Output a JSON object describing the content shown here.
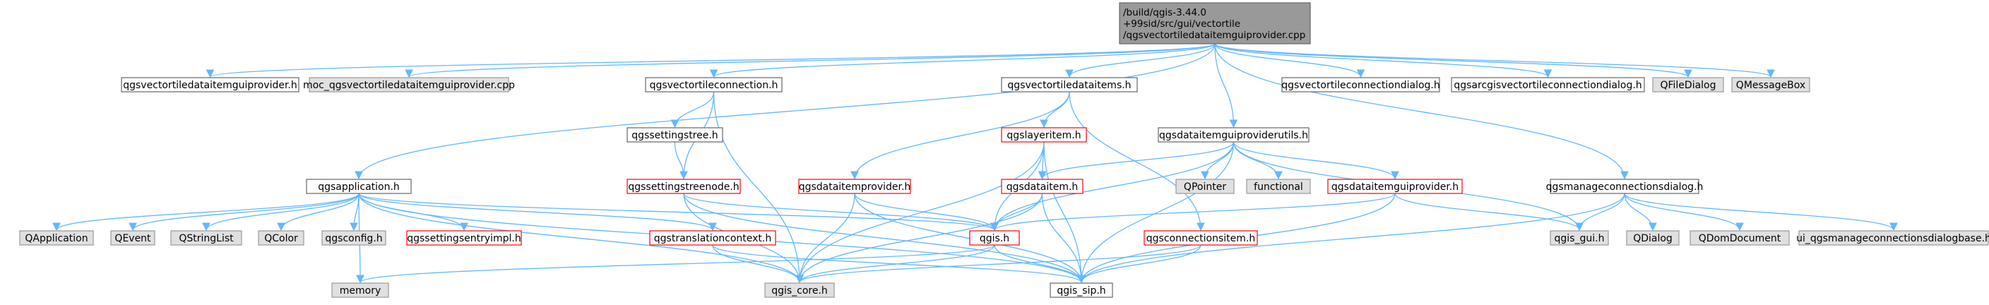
{
  "colors": {
    "edge": "#63b8ff",
    "root_fill": "#999999",
    "root_stroke": "#666666",
    "normal_fill": "#ffffff",
    "normal_stroke": "#666666",
    "external_fill": "#e0e0e0",
    "external_stroke": "#999999",
    "truncated_fill": "#ffffff",
    "truncated_stroke": "#ff0000"
  },
  "nodes": [
    {
      "id": "root",
      "style": "root",
      "lines": [
        "/build/qgis-3.44.0",
        "+99sid/src/gui/vectortile",
        "/qgsvectortiledataitemguiprovider.cpp"
      ]
    },
    {
      "id": "n_guiprov_h",
      "style": "normal",
      "lines": [
        "qgsvectortiledataitemguiprovider.h"
      ]
    },
    {
      "id": "n_moc",
      "style": "external",
      "lines": [
        "moc_qgsvectortiledataitemguiprovider.cpp"
      ]
    },
    {
      "id": "n_conn_h",
      "style": "normal",
      "lines": [
        "qgsvectortileconnection.h"
      ]
    },
    {
      "id": "n_items_h",
      "style": "normal",
      "lines": [
        "qgsvectortiledataitems.h"
      ]
    },
    {
      "id": "n_connDialog",
      "style": "normal",
      "lines": [
        "qgsvectortileconnectiondialog.h"
      ]
    },
    {
      "id": "n_arcgis",
      "style": "normal",
      "lines": [
        "qgsarcgisvectortileconnectiondialog.h"
      ]
    },
    {
      "id": "n_qfiledialog",
      "style": "external",
      "lines": [
        "QFileDialog"
      ]
    },
    {
      "id": "n_qmessagebox",
      "style": "external",
      "lines": [
        "QMessageBox"
      ]
    },
    {
      "id": "n_settingstree",
      "style": "normal",
      "lines": [
        "qgssettingstree.h"
      ]
    },
    {
      "id": "n_layeritem",
      "style": "truncated",
      "lines": [
        "qgslayeritem.h"
      ]
    },
    {
      "id": "n_guiutils",
      "style": "normal",
      "lines": [
        "qgsdataitemguiproviderutils.h"
      ]
    },
    {
      "id": "n_settingsnode",
      "style": "truncated",
      "lines": [
        "qgssettingstreenode.h"
      ]
    },
    {
      "id": "n_dataitemprov",
      "style": "truncated",
      "lines": [
        "qgsdataitemprovider.h"
      ]
    },
    {
      "id": "n_dataitem",
      "style": "truncated",
      "lines": [
        "qgsdataitem.h"
      ]
    },
    {
      "id": "n_qpointer",
      "style": "external",
      "lines": [
        "QPointer"
      ]
    },
    {
      "id": "n_functional",
      "style": "external",
      "lines": [
        "functional"
      ]
    },
    {
      "id": "n_guiprovider",
      "style": "truncated",
      "lines": [
        "qgsdataitemguiprovider.h"
      ]
    },
    {
      "id": "n_manageconn",
      "style": "normal",
      "lines": [
        "qgsmanageconnectionsdialog.h"
      ]
    },
    {
      "id": "n_app",
      "style": "normal",
      "lines": [
        "qgsapplication.h"
      ]
    },
    {
      "id": "n_qapplication",
      "style": "external",
      "lines": [
        "QApplication"
      ]
    },
    {
      "id": "n_qevent",
      "style": "external",
      "lines": [
        "QEvent"
      ]
    },
    {
      "id": "n_qstringlist",
      "style": "external",
      "lines": [
        "QStringList"
      ]
    },
    {
      "id": "n_qcolor",
      "style": "external",
      "lines": [
        "QColor"
      ]
    },
    {
      "id": "n_qgsconfig",
      "style": "external",
      "lines": [
        "qgsconfig.h"
      ]
    },
    {
      "id": "n_settingsentry",
      "style": "truncated",
      "lines": [
        "qgssettingsentryimpl.h"
      ]
    },
    {
      "id": "n_translation",
      "style": "truncated",
      "lines": [
        "qgstranslationcontext.h"
      ]
    },
    {
      "id": "n_qgis_h",
      "style": "truncated",
      "lines": [
        "qgis.h"
      ]
    },
    {
      "id": "n_connitem",
      "style": "truncated",
      "lines": [
        "qgsconnectionsitem.h"
      ]
    },
    {
      "id": "n_qgis_gui",
      "style": "external",
      "lines": [
        "qgis_gui.h"
      ]
    },
    {
      "id": "n_qdialog",
      "style": "external",
      "lines": [
        "QDialog"
      ]
    },
    {
      "id": "n_qdomdoc",
      "style": "external",
      "lines": [
        "QDomDocument"
      ]
    },
    {
      "id": "n_ui_manage",
      "style": "external",
      "lines": [
        "ui_qgsmanageconnectionsdialogbase.h"
      ]
    },
    {
      "id": "n_memory",
      "style": "external",
      "lines": [
        "memory"
      ]
    },
    {
      "id": "n_qgis_core",
      "style": "external",
      "lines": [
        "qgis_core.h"
      ]
    },
    {
      "id": "n_qgis_sip",
      "style": "normal",
      "lines": [
        "qgis_sip.h"
      ]
    }
  ],
  "edges": [
    [
      "root",
      "n_guiprov_h"
    ],
    [
      "root",
      "n_moc"
    ],
    [
      "root",
      "n_conn_h"
    ],
    [
      "root",
      "n_items_h"
    ],
    [
      "root",
      "n_connDialog"
    ],
    [
      "root",
      "n_arcgis"
    ],
    [
      "root",
      "n_qfiledialog"
    ],
    [
      "root",
      "n_qmessagebox"
    ],
    [
      "root",
      "n_app"
    ],
    [
      "root",
      "n_guiutils"
    ],
    [
      "root",
      "n_manageconn"
    ],
    [
      "n_conn_h",
      "n_settingstree"
    ],
    [
      "n_conn_h",
      "n_settingsnode"
    ],
    [
      "n_conn_h",
      "n_qgis_core"
    ],
    [
      "n_settingstree",
      "n_settingsnode"
    ],
    [
      "n_items_h",
      "n_layeritem"
    ],
    [
      "n_items_h",
      "n_dataitemprov"
    ],
    [
      "n_items_h",
      "n_connitem"
    ],
    [
      "n_layeritem",
      "n_dataitem"
    ],
    [
      "n_layeritem",
      "n_qgis_h"
    ],
    [
      "n_layeritem",
      "n_qgis_core"
    ],
    [
      "n_layeritem",
      "n_qgis_sip"
    ],
    [
      "n_guiutils",
      "n_qpointer"
    ],
    [
      "n_guiutils",
      "n_functional"
    ],
    [
      "n_guiutils",
      "n_guiprovider"
    ],
    [
      "n_guiutils",
      "n_dataitem"
    ],
    [
      "n_guiutils",
      "n_qgis_gui"
    ],
    [
      "n_guiutils",
      "n_qgis_h"
    ],
    [
      "n_guiutils",
      "n_qgis_sip"
    ],
    [
      "n_settingsnode",
      "n_qgis_h"
    ],
    [
      "n_settingsnode",
      "n_qgis_core"
    ],
    [
      "n_settingsnode",
      "n_qgis_sip"
    ],
    [
      "n_dataitemprov",
      "n_qgis_h"
    ],
    [
      "n_dataitemprov",
      "n_qgis_core"
    ],
    [
      "n_dataitemprov",
      "n_qgis_sip"
    ],
    [
      "n_dataitem",
      "n_qgis_h"
    ],
    [
      "n_dataitem",
      "n_qgis_core"
    ],
    [
      "n_dataitem",
      "n_qgis_sip"
    ],
    [
      "n_guiprovider",
      "n_qgis_h"
    ],
    [
      "n_guiprovider",
      "n_qgis_gui"
    ],
    [
      "n_guiprovider",
      "n_qgis_sip"
    ],
    [
      "n_app",
      "n_qapplication"
    ],
    [
      "n_app",
      "n_qevent"
    ],
    [
      "n_app",
      "n_qstringlist"
    ],
    [
      "n_app",
      "n_qcolor"
    ],
    [
      "n_app",
      "n_qgsconfig"
    ],
    [
      "n_app",
      "n_settingsentry"
    ],
    [
      "n_app",
      "n_translation"
    ],
    [
      "n_app",
      "n_qgis_h"
    ],
    [
      "n_app",
      "n_memory"
    ],
    [
      "n_app",
      "n_qgis_core"
    ],
    [
      "n_app",
      "n_qgis_sip"
    ],
    [
      "n_translation",
      "n_qgis_core"
    ],
    [
      "n_translation",
      "n_qgis_sip"
    ],
    [
      "n_qgis_h",
      "n_memory"
    ],
    [
      "n_qgis_h",
      "n_qgis_core"
    ],
    [
      "n_qgis_h",
      "n_qgis_sip"
    ],
    [
      "n_connitem",
      "n_qgis_core"
    ],
    [
      "n_connitem",
      "n_qgis_sip"
    ],
    [
      "n_manageconn",
      "n_qgis_gui"
    ],
    [
      "n_manageconn",
      "n_qdialog"
    ],
    [
      "n_manageconn",
      "n_qdomdoc"
    ],
    [
      "n_manageconn",
      "n_ui_manage"
    ],
    [
      "n_manageconn",
      "n_qgis_sip"
    ]
  ]
}
